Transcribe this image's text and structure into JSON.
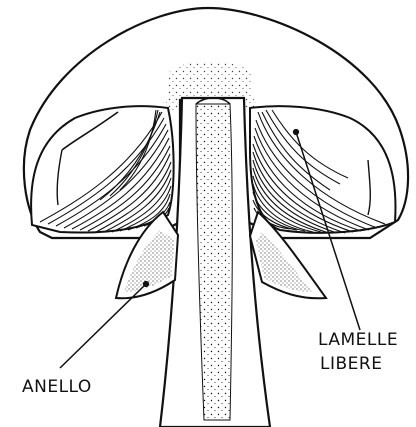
{
  "labels": {
    "ring": "ANELLO",
    "gills_line1": "LAMELLE",
    "gills_line2": "LIBERE"
  },
  "colors": {
    "ink": "#111111",
    "paper": "#ffffff"
  }
}
